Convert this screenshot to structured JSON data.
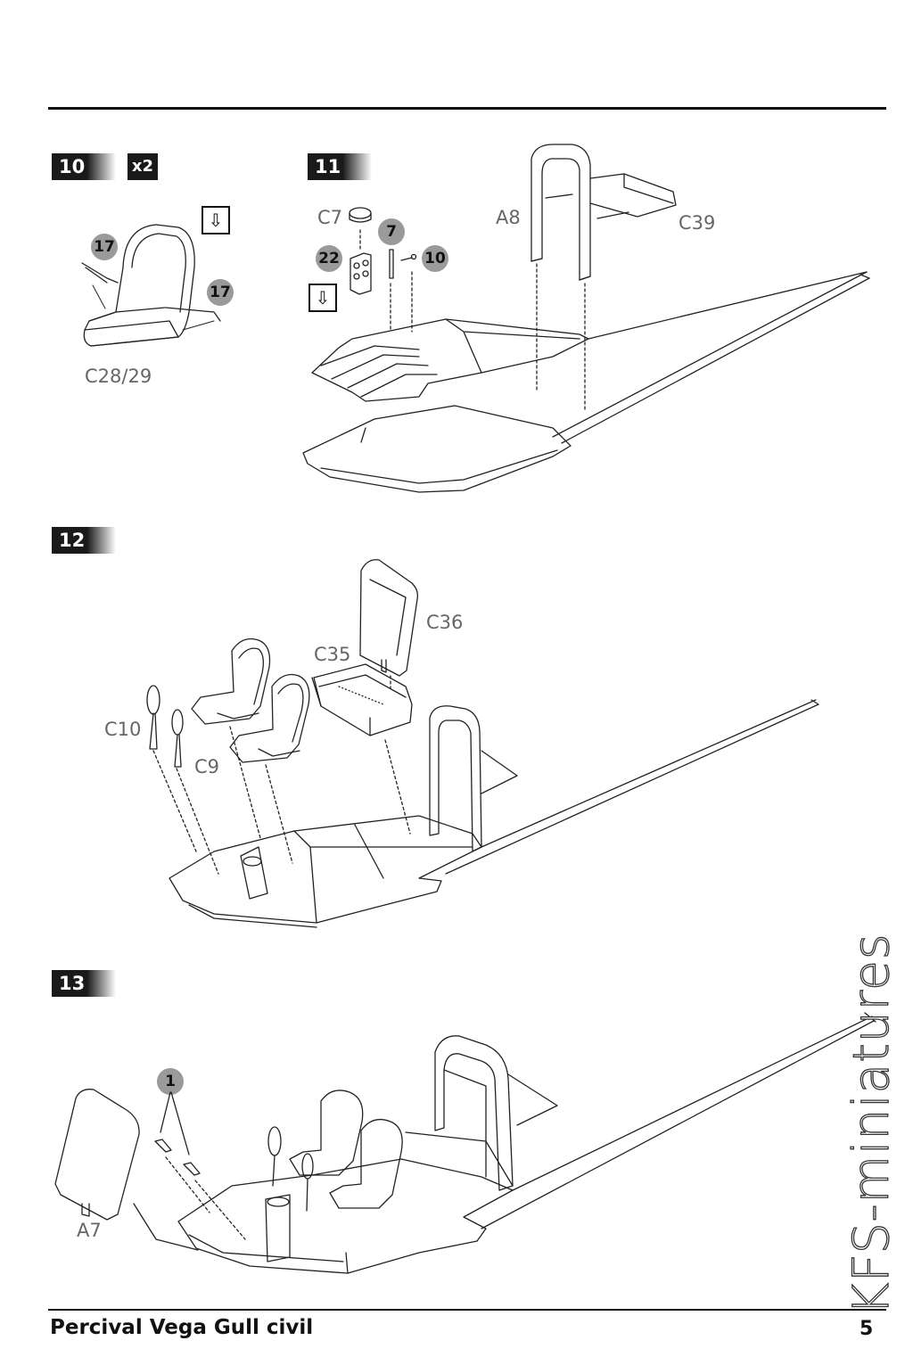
{
  "steps": {
    "s10": {
      "number": "10",
      "quantity": "x2",
      "part": "C28/29",
      "callout_a": "17",
      "callout_b": "17"
    },
    "s11": {
      "number": "11",
      "parts": {
        "c7": "C7",
        "a8": "A8",
        "c39": "C39"
      },
      "callout_7": "7",
      "callout_22": "22",
      "callout_10": "10"
    },
    "s12": {
      "number": "12",
      "parts": {
        "c10": "C10",
        "c9": "C9",
        "c35": "C35",
        "c36": "C36"
      }
    },
    "s13": {
      "number": "13",
      "parts": {
        "a7": "A7"
      },
      "callout_1": "1"
    }
  },
  "glue_icon": "glue-arrow-icon",
  "footer": {
    "title": "Percival Vega Gull civil",
    "page": "5"
  },
  "watermark": "KFS-miniatures"
}
